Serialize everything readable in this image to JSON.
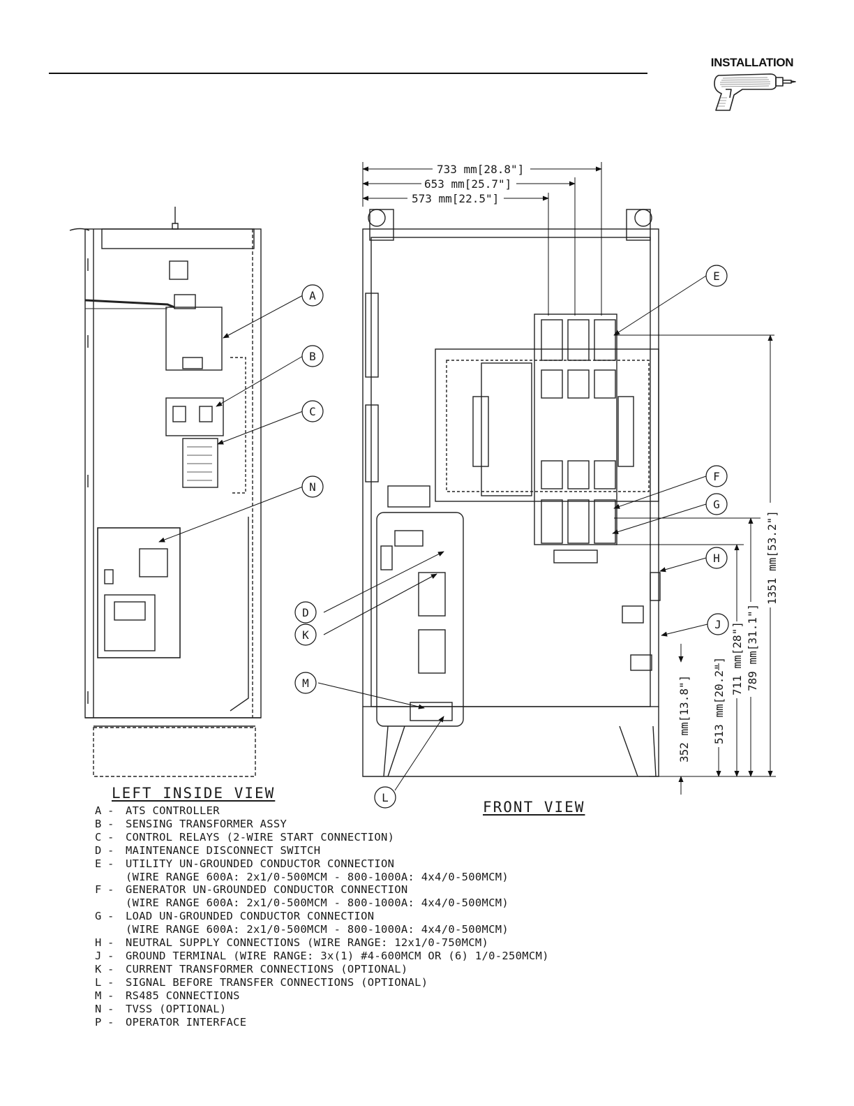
{
  "header": {
    "section": "INSTALLATION",
    "icon": "drill-icon"
  },
  "views": {
    "left": "LEFT INSIDE VIEW",
    "front": "FRONT VIEW"
  },
  "dimensions": {
    "width_733": "733 mm[28.8\"]",
    "width_653": "653 mm[25.7\"]",
    "width_573": "573 mm[22.5\"]",
    "height_1351": "1351 mm[53.2\"]",
    "height_789": "789 mm[31.1\"]",
    "height_711": "711 mm[28\"]",
    "height_513": "513 mm[20.2\"]",
    "height_352": "352 mm[13.8\"]"
  },
  "callouts": {
    "A": "A",
    "B": "B",
    "C": "C",
    "N": "N",
    "E": "E",
    "F": "F",
    "G": "G",
    "H": "H",
    "J": "J",
    "D": "D",
    "K": "K",
    "M": "M",
    "L": "L"
  },
  "legend": [
    {
      "key": "A",
      "text": "ATS CONTROLLER",
      "sub": ""
    },
    {
      "key": "B",
      "text": "SENSING TRANSFORMER ASSY",
      "sub": ""
    },
    {
      "key": "C",
      "text": "CONTROL RELAYS (2-WIRE START CONNECTION)",
      "sub": ""
    },
    {
      "key": "D",
      "text": "MAINTENANCE DISCONNECT SWITCH",
      "sub": ""
    },
    {
      "key": "E",
      "text": "UTILITY UN-GROUNDED CONDUCTOR CONNECTION",
      "sub": "(WIRE RANGE 600A: 2x1/0-500MCM - 800-1000A: 4x4/0-500MCM)"
    },
    {
      "key": "F",
      "text": "GENERATOR UN-GROUNDED CONDUCTOR CONNECTION",
      "sub": "(WIRE RANGE 600A: 2x1/0-500MCM - 800-1000A: 4x4/0-500MCM)"
    },
    {
      "key": "G",
      "text": "LOAD UN-GROUNDED CONDUCTOR CONNECTION",
      "sub": "(WIRE RANGE 600A: 2x1/0-500MCM - 800-1000A: 4x4/0-500MCM)"
    },
    {
      "key": "H",
      "text": "NEUTRAL SUPPLY CONNECTIONS (WIRE RANGE: 12x1/0-750MCM)",
      "sub": ""
    },
    {
      "key": "J",
      "text": "GROUND TERMINAL (WIRE RANGE: 3x(1) #4-600MCM OR (6) 1/0-250MCM)",
      "sub": ""
    },
    {
      "key": "K",
      "text": "CURRENT TRANSFORMER CONNECTIONS (OPTIONAL)",
      "sub": ""
    },
    {
      "key": "L",
      "text": "SIGNAL BEFORE TRANSFER CONNECTIONS (OPTIONAL)",
      "sub": ""
    },
    {
      "key": "M",
      "text": "RS485 CONNECTIONS",
      "sub": ""
    },
    {
      "key": "N",
      "text": "TVSS (OPTIONAL)",
      "sub": ""
    },
    {
      "key": "P",
      "text": "OPERATOR INTERFACE",
      "sub": ""
    }
  ],
  "legend_dash": "-"
}
